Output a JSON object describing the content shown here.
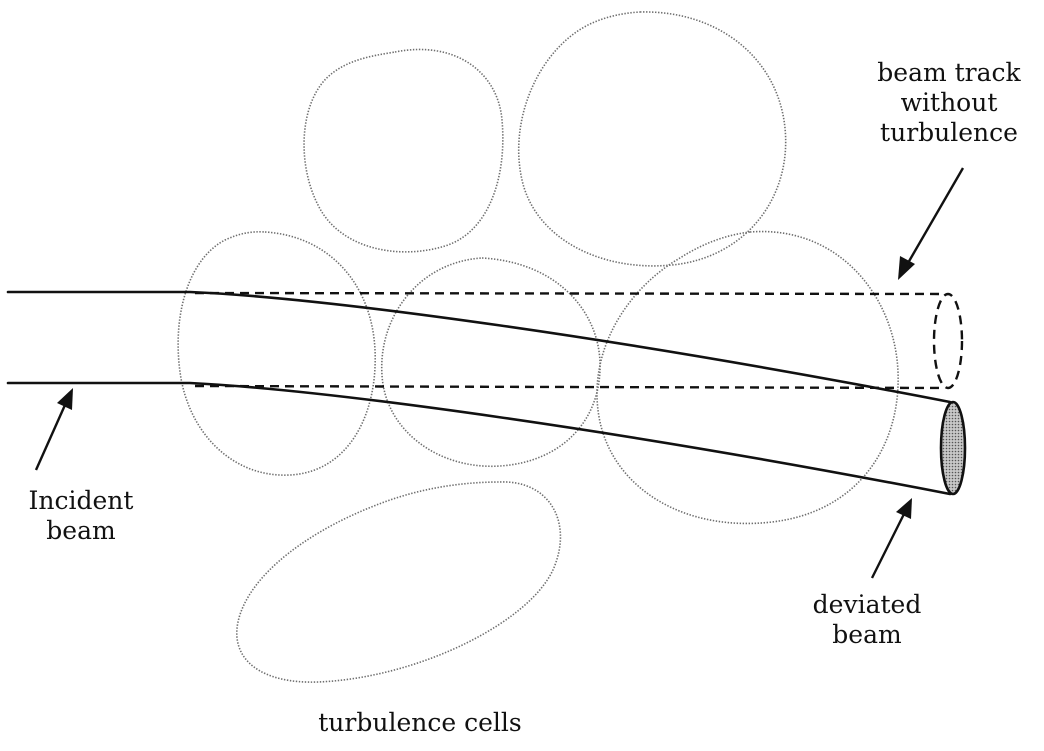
{
  "labels": {
    "beam_track": [
      "beam track",
      "without",
      "turbulence"
    ],
    "incident_beam": [
      "Incident",
      "beam"
    ],
    "deviated_beam": [
      "deviated",
      "beam"
    ],
    "turbulence_cells": "turbulence cells"
  },
  "colors": {
    "line": "#111111",
    "cell_outline": "#6e6e6e",
    "beam_end_fill": "#9a9a9a",
    "background": "#ffffff"
  }
}
